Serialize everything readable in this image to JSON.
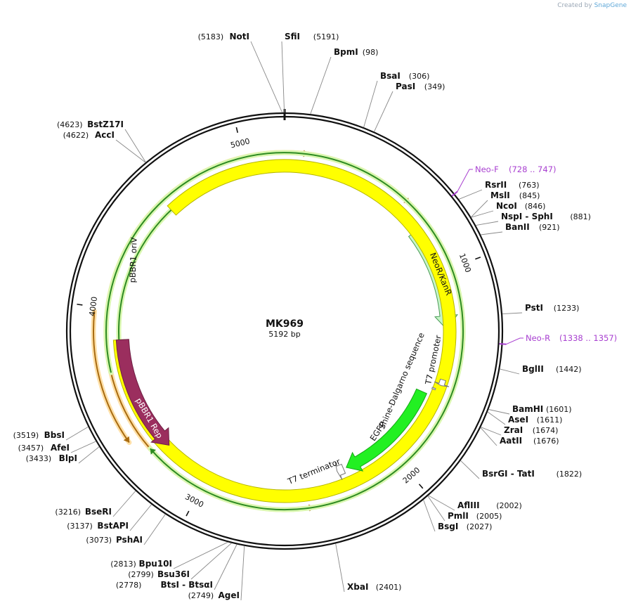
{
  "credit": {
    "prefix": "Created by",
    "brand": "SnapGene"
  },
  "plasmid": {
    "name": "MK969",
    "length_label": "5192 bp",
    "length": 5192
  },
  "ticks": [
    {
      "pos": 1000,
      "label": "1000"
    },
    {
      "pos": 2000,
      "label": "2000"
    },
    {
      "pos": 3000,
      "label": "3000"
    },
    {
      "pos": 4000,
      "label": "4000"
    },
    {
      "pos": 5000,
      "label": "5000"
    }
  ],
  "features": [
    {
      "name": "NeoR/KanR",
      "start": 760,
      "end": 1290,
      "dir": 1,
      "color": "#c6f5c8",
      "stroke": "#4a9a55",
      "label_color": "#111"
    },
    {
      "name": "pBBR1 oriV",
      "start": 4570,
      "end": 3850,
      "dir": 0,
      "color": "#ffff00",
      "stroke": "#b5b500",
      "label_color": "#111"
    },
    {
      "name": "pBBR1 Rep",
      "start": 3850,
      "end": 3250,
      "dir": -1,
      "color": "#9b2e5e",
      "stroke": "#6e1f44",
      "label_color": "#ffffff"
    },
    {
      "name": "EGFP",
      "start": 1640,
      "end": 2245,
      "dir": 1,
      "color": "#22f022",
      "stroke": "#16a816",
      "label_color": "#111"
    },
    {
      "name": "Shine-Dalgarno sequence",
      "start": 1598,
      "end": 1606,
      "dir": 0,
      "color": "#cccccc",
      "stroke": "#888888",
      "label_color": "#111"
    },
    {
      "name": "T7 promoter",
      "start": 1545,
      "end": 1575,
      "dir": 1,
      "color": "#ffffff",
      "stroke": "#777777",
      "label_color": "#111"
    },
    {
      "name": "T7 terminator",
      "start": 2262,
      "end": 2300,
      "dir": 1,
      "color": "#ffffff",
      "stroke": "#777777",
      "label_color": "#111"
    }
  ],
  "orfs": [
    {
      "start": 4640,
      "end": 110,
      "dir": 1,
      "color": "#a86b10"
    },
    {
      "start": 110,
      "end": 640,
      "dir": 1,
      "color": "#a86b10"
    },
    {
      "start": 600,
      "end": 1300,
      "dir": -1,
      "color": "#2e8b22"
    },
    {
      "start": 1870,
      "end": 2460,
      "dir": -1,
      "color": "#a86b10"
    },
    {
      "start": 3700,
      "end": 3300,
      "dir": 1,
      "color": "#2e8b22"
    },
    {
      "start": 3980,
      "end": 3380,
      "dir": -1,
      "color": "#a86b10"
    }
  ],
  "primers": [
    {
      "name": "Neo-F",
      "range": "(728 .. 747)",
      "pos": 737
    },
    {
      "name": "Neo-R",
      "range": "(1338 .. 1357)",
      "pos": 1347
    }
  ],
  "sites": [
    {
      "name": "NotI",
      "pos": 5183,
      "pos_label": "(5183)",
      "side": "left"
    },
    {
      "name": "SfiI",
      "pos": 5191,
      "pos_label": "(5191)",
      "side": "right"
    },
    {
      "name": "BpmI",
      "pos": 98,
      "pos_label": "(98)",
      "side": "right"
    },
    {
      "name": "BsaI",
      "pos": 306,
      "pos_label": "(306)",
      "side": "right"
    },
    {
      "name": "PasI",
      "pos": 349,
      "pos_label": "(349)",
      "side": "right"
    },
    {
      "name": "RsrII",
      "pos": 763,
      "pos_label": "(763)",
      "side": "right"
    },
    {
      "name": "MslI",
      "pos": 845,
      "pos_label": "(845)",
      "side": "right"
    },
    {
      "name": "NcoI",
      "pos": 846,
      "pos_label": "(846)",
      "side": "right"
    },
    {
      "name": "NspI  - SphI",
      "pos": 881,
      "pos_label": "(881)",
      "side": "right"
    },
    {
      "name": "BanII",
      "pos": 921,
      "pos_label": "(921)",
      "side": "right"
    },
    {
      "name": "PstI",
      "pos": 1233,
      "pos_label": "(1233)",
      "side": "right"
    },
    {
      "name": "BglII",
      "pos": 1442,
      "pos_label": "(1442)",
      "side": "right"
    },
    {
      "name": "BamHI",
      "pos": 1601,
      "pos_label": "(1601)",
      "side": "right"
    },
    {
      "name": "AseI",
      "pos": 1611,
      "pos_label": "(1611)",
      "side": "right"
    },
    {
      "name": "ZraI",
      "pos": 1674,
      "pos_label": "(1674)",
      "side": "right"
    },
    {
      "name": "AatII",
      "pos": 1676,
      "pos_label": "(1676)",
      "side": "right"
    },
    {
      "name": "BsrGI  - TatI",
      "pos": 1822,
      "pos_label": "(1822)",
      "side": "right"
    },
    {
      "name": "AflIII",
      "pos": 2002,
      "pos_label": "(2002)",
      "side": "right"
    },
    {
      "name": "PmlI",
      "pos": 2005,
      "pos_label": "(2005)",
      "side": "right"
    },
    {
      "name": "BsgI",
      "pos": 2027,
      "pos_label": "(2027)",
      "side": "right"
    },
    {
      "name": "XbaI",
      "pos": 2401,
      "pos_label": "(2401)",
      "side": "right"
    },
    {
      "name": "AgeI",
      "pos": 2749,
      "pos_label": "(2749)",
      "side": "left"
    },
    {
      "name": "BtsI  - BtsαI",
      "pos": 2778,
      "pos_label": "(2778)",
      "side": "left"
    },
    {
      "name": "Bsu36I",
      "pos": 2799,
      "pos_label": "(2799)",
      "side": "left"
    },
    {
      "name": "Bpu10I",
      "pos": 2813,
      "pos_label": "(2813)",
      "side": "left"
    },
    {
      "name": "PshAI",
      "pos": 3073,
      "pos_label": "(3073)",
      "side": "left"
    },
    {
      "name": "BstAPI",
      "pos": 3137,
      "pos_label": "(3137)",
      "side": "left"
    },
    {
      "name": "BseRI",
      "pos": 3216,
      "pos_label": "(3216)",
      "side": "left"
    },
    {
      "name": "BlpI",
      "pos": 3433,
      "pos_label": "(3433)",
      "side": "left"
    },
    {
      "name": "AfeI",
      "pos": 3457,
      "pos_label": "(3457)",
      "side": "left"
    },
    {
      "name": "BbsI",
      "pos": 3519,
      "pos_label": "(3519)",
      "side": "left"
    },
    {
      "name": "AccI",
      "pos": 4622,
      "pos_label": "(4622)",
      "side": "left"
    },
    {
      "name": "BstZ17I",
      "pos": 4623,
      "pos_label": "(4623)",
      "side": "left"
    }
  ]
}
